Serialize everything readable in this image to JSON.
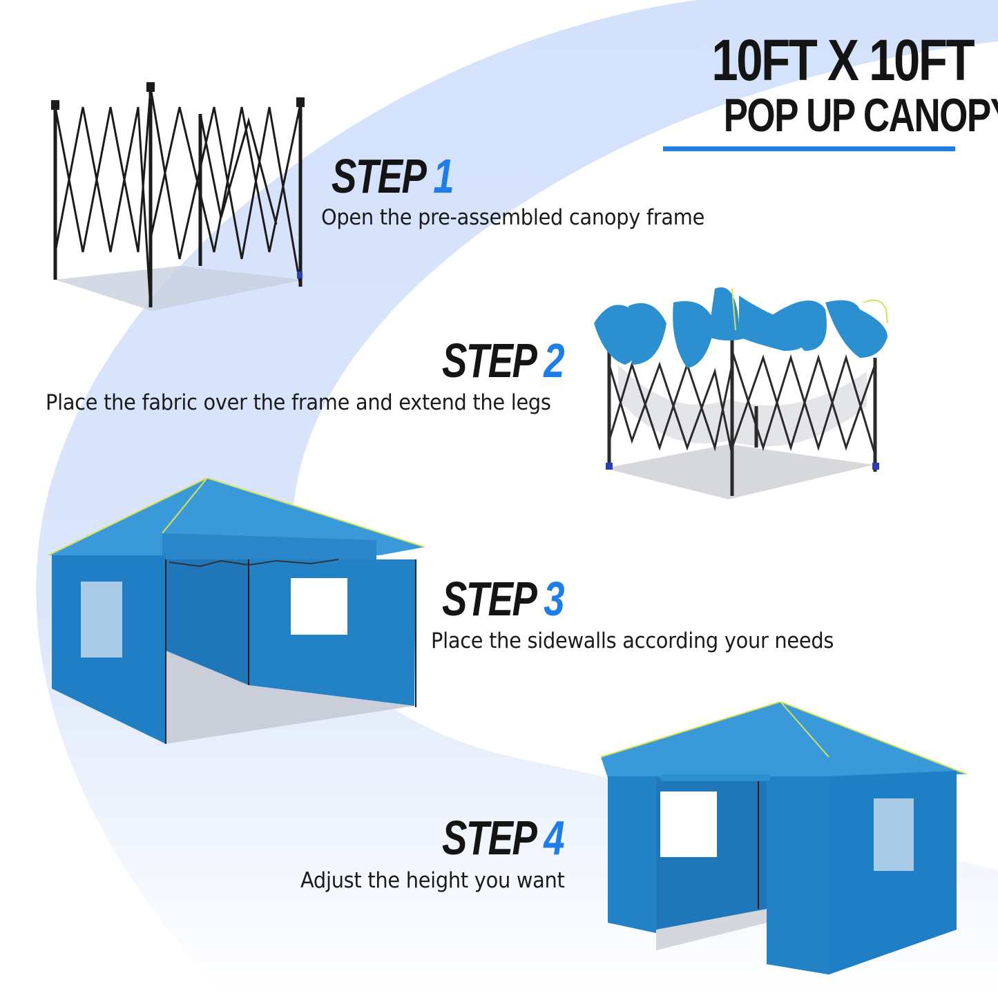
{
  "header": {
    "title_line1": "10FT X 10FT",
    "title_line2": "POP UP CANOPY",
    "accent_color": "#1c7ee6"
  },
  "steps": [
    {
      "label": "STEP",
      "number": "1",
      "description": "Open the pre-assembled canopy frame",
      "image": "canopy-frame-open"
    },
    {
      "label": "STEP",
      "number": "2",
      "description": "Place the fabric over the frame and extend the legs",
      "image": "canopy-fabric-on-frame"
    },
    {
      "label": "STEP",
      "number": "3",
      "description": "Place the sidewalls according your needs",
      "image": "canopy-with-two-sidewalls"
    },
    {
      "label": "STEP",
      "number": "4",
      "description": "Adjust the height you want",
      "image": "canopy-with-four-sidewalls"
    }
  ],
  "colors": {
    "canopy_blue": "#2a86c8",
    "canopy_roof": "#3a9ad9",
    "trim_yellow": "#d6e05a",
    "frame_black": "#1b1b1b",
    "background_arc": "#d4e2fb"
  }
}
